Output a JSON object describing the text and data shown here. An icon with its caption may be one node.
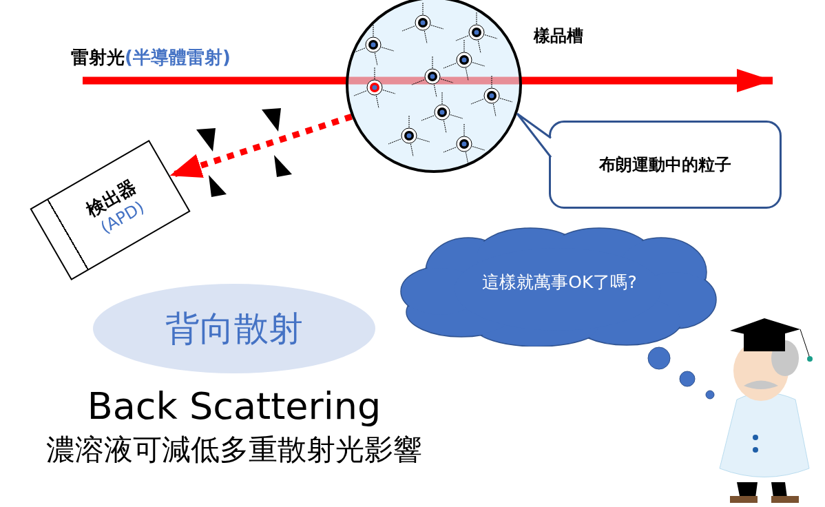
{
  "diagram": {
    "nodes": [
      {
        "text": [],
        "shape": "circle",
        "beside": [
          "樣品槽"
        ]
      },
      {
        "text": [
          "布朗運動中的粒子"
        ]
      },
      {
        "text": [
          "検出器",
          "(APD)"
        ]
      },
      {
        "text": [
          "背向散射"
        ]
      },
      {
        "text": [
          "這樣就萬事OK了嗎?"
        ]
      },
      {
        "text": [],
        "shape": "person"
      }
    ],
    "edges": [
      {
        "from": 0,
        "to": 2,
        "arrow": "to",
        "style": "dashed",
        "color": "#ff0000"
      },
      {
        "from": 1,
        "to": 0,
        "arrow": "none",
        "color": "#2f528f"
      }
    ],
    "labels": [
      "雷射光",
      "(半導體雷射)",
      "Back Scattering",
      "濃溶液可減低多重散射光影響"
    ]
  }
}
